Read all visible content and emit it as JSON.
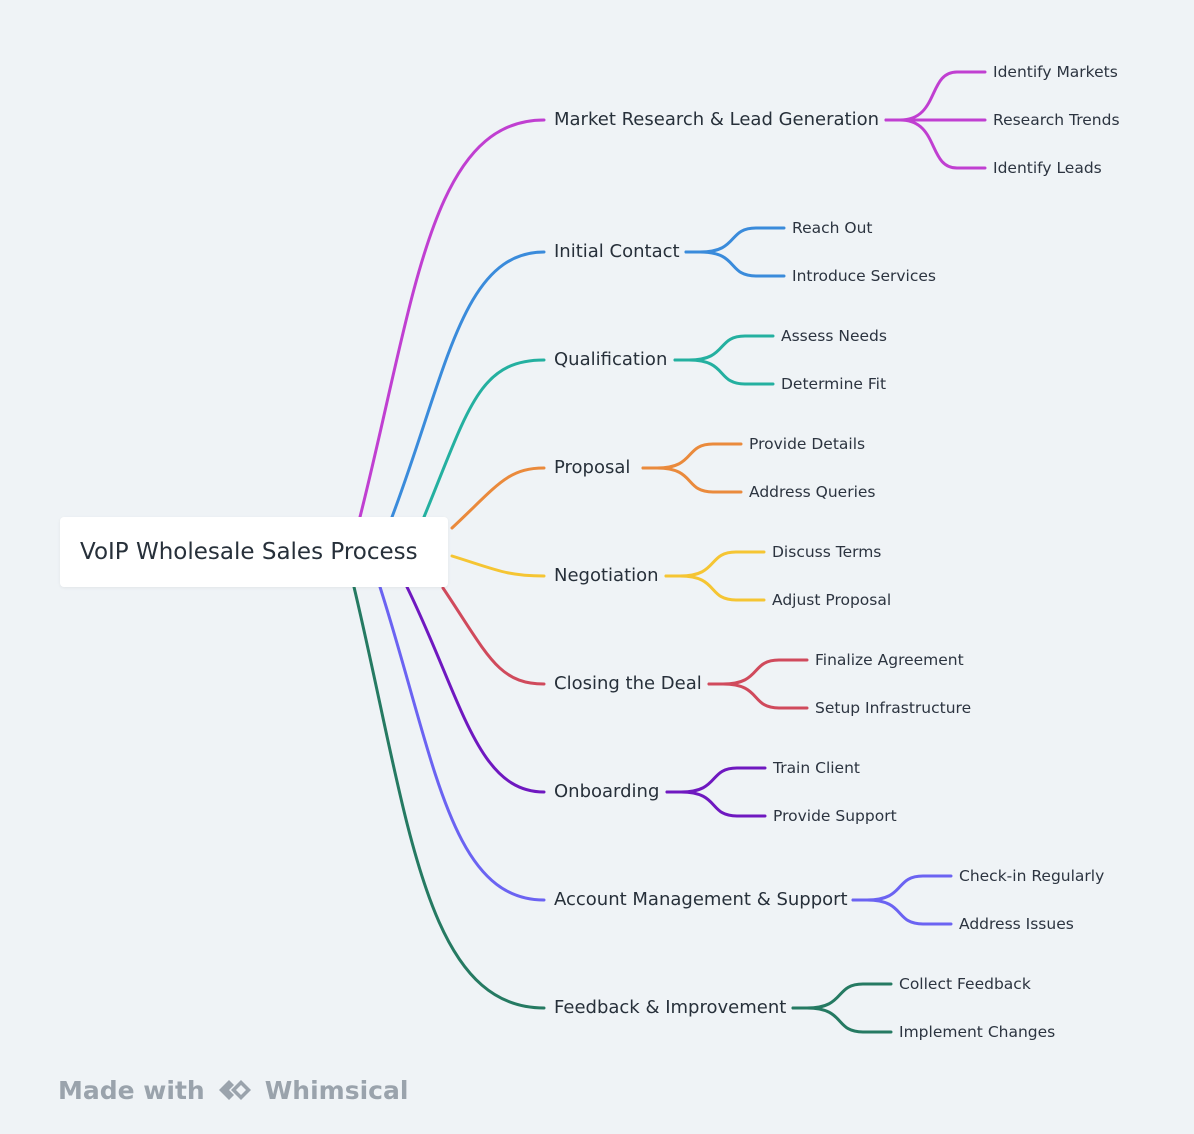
{
  "diagram": {
    "root": "VoIP Wholesale Sales Process",
    "branches": [
      {
        "label": "Market Research & Lead Generation",
        "color": "#c03fd1",
        "children": [
          "Identify Markets",
          "Research Trends",
          "Identify Leads"
        ]
      },
      {
        "label": "Initial Contact",
        "color": "#3a8bdb",
        "children": [
          "Reach Out",
          "Introduce Services"
        ]
      },
      {
        "label": "Qualification",
        "color": "#24b0a0",
        "children": [
          "Assess Needs",
          "Determine Fit"
        ]
      },
      {
        "label": "Proposal",
        "color": "#ea8a3c",
        "children": [
          "Provide Details",
          "Address Queries"
        ]
      },
      {
        "label": "Negotiation",
        "color": "#f5c533",
        "children": [
          "Discuss Terms",
          "Adjust Proposal"
        ]
      },
      {
        "label": "Closing the Deal",
        "color": "#d04a5c",
        "children": [
          "Finalize Agreement",
          "Setup Infrastructure"
        ]
      },
      {
        "label": "Onboarding",
        "color": "#6f18c0",
        "children": [
          "Train Client",
          "Provide Support"
        ]
      },
      {
        "label": "Account Management & Support",
        "color": "#6b63f2",
        "children": [
          "Check-in Regularly",
          "Address Issues"
        ]
      },
      {
        "label": "Feedback & Improvement",
        "color": "#257a62",
        "children": [
          "Collect Feedback",
          "Implement Changes"
        ]
      }
    ]
  },
  "footer": {
    "made_with": "Made with",
    "brand": "Whimsical",
    "logo_icon": "whimsical-logo-icon"
  }
}
